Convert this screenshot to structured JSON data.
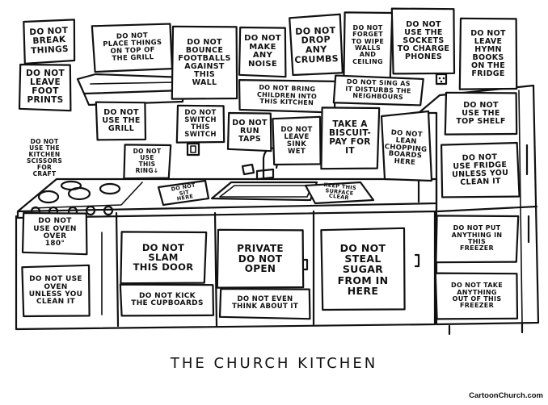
{
  "caption": "THE CHURCH KITCHEN",
  "credit": "CartoonChurch.com",
  "signs": {
    "break_things": "DO NOT\nBREAK\nTHINGS",
    "place_things": "DO NOT\nPLACE THINGS\nON TOP OF\nTHE GRILL",
    "bounce_footballs": "DO NOT\nBOUNCE\nFOOTBALLS\nAGAINST\nTHIS\nWALL",
    "make_noise": "DO NOT\nMAKE\nANY\nNOISE",
    "drop_crumbs": "DO NOT\nDROP\nANY\nCRUMBS",
    "wipe_walls": "DO NOT\nFORGET\nTO WIPE\nWALLS\nAND\nCEILING",
    "charge_phones": "DO NOT\nUSE THE\nSOCKETS\nTO CHARGE\nPHONES",
    "hymn_books": "DO NOT\nLEAVE\nHYMN\nBOOKS\nON THE\nFRIDGE",
    "footprints": "DO NOT\nLEAVE\nFOOT\nPRINTS",
    "bring_children": "DO NOT BRING\nCHILDREN INTO\nTHIS KITCHEN",
    "sing": "DO NOT SING AS\nIT DISTURBS THE\nNEIGHBOURS",
    "use_grill": "DO NOT\nUSE THE\nGRILL",
    "switch": "DO NOT\nSWITCH\nTHIS\nSWITCH",
    "run_taps": "DO NOT\nRUN\nTAPS",
    "sink_wet": "DO NOT\nLEAVE\nSINK\nWET",
    "biscuit": "TAKE A\nBISCUIT-\nPAY FOR\nIT",
    "chopping_boards": "DO NOT\nLEAN\nCHOPPING\nBOARDS\nHERE",
    "top_shelf": "DO NOT\nUSE THE\nTOP SHELF",
    "use_fridge": "DO NOT\nUSE FRIDGE\nUNLESS YOU\nCLEAN IT",
    "scissors": "DO NOT\nUSE THE\nKITCHEN\nSCISSORS\nFOR\nCRAFT",
    "ring": "DO NOT\nUSE\nTHIS\nRING↓",
    "sit_here": "DO NOT\nSIT\nHERE",
    "surface_clear": "KEEP THIS\nSURFACE\nCLEAR",
    "oven_over": "DO NOT\nUSE OVEN\nOVER\n180°",
    "oven_clean": "DO NOT USE\nOVEN\nUNLESS YOU\nCLEAN IT",
    "slam_door": "DO NOT\nSLAM\nTHIS DOOR",
    "kick_cupboards": "DO NOT KICK\nTHE CUPBOARDS",
    "private": "PRIVATE\nDO NOT\nOPEN",
    "think": "DO NOT EVEN\nTHINK ABOUT IT",
    "steal_sugar": "DO NOT\nSTEAL\nSUGAR\nFROM IN\nHERE",
    "put_freezer": "DO NOT PUT\nANYTHING IN\nTHIS\nFREEZER",
    "take_freezer": "DO NOT TAKE\nANYTHING\nOUT OF THIS\nFREEZER"
  }
}
